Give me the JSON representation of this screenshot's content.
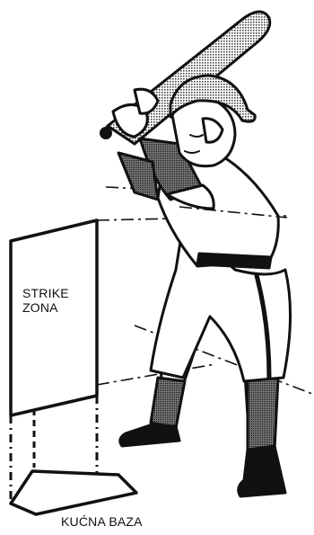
{
  "labels": {
    "strike_zone_line1": "STRIKE",
    "strike_zone_line2": "ZONA",
    "home_plate": "KUĆNA BAZA"
  },
  "colors": {
    "ink": "#111111",
    "shade": "#555555",
    "background": "#ffffff"
  }
}
